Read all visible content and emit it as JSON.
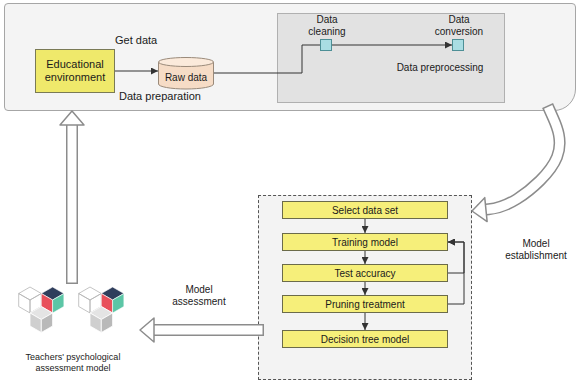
{
  "diagram": {
    "nodes": [
      {
        "text": [
          "Data preparation"
        ]
      },
      {
        "text": [
          "Educational environment"
        ],
        "in": 0
      },
      {
        "text": [
          "Raw data"
        ],
        "in": 0
      },
      {
        "text": [
          "Data preprocessing"
        ],
        "in": 0
      },
      {
        "text": [
          "Data cleaning"
        ],
        "in": 3
      },
      {
        "text": [
          "Data conversion"
        ],
        "in": 3
      },
      {
        "text": [
          "Model establishment"
        ]
      },
      {
        "text": [
          "Select data set"
        ],
        "in": 6
      },
      {
        "text": [
          "Training model"
        ],
        "in": 6
      },
      {
        "text": [
          "Test accuracy"
        ],
        "in": 6
      },
      {
        "text": [
          "Pruning treatment"
        ],
        "in": 6
      },
      {
        "text": [
          "Decision tree model"
        ],
        "in": 6
      },
      {
        "text": [
          "Teachers' psychological assessment model"
        ]
      }
    ],
    "edges": [
      {
        "from": 1,
        "to": 2,
        "arrow": "to",
        "label": "Get data"
      },
      {
        "from": 2,
        "to": 4,
        "arrow": "none"
      },
      {
        "from": 4,
        "to": 5,
        "arrow": "to"
      },
      {
        "from": 0,
        "to": 6,
        "arrow": "to"
      },
      {
        "from": 7,
        "to": 8,
        "arrow": "to"
      },
      {
        "from": 8,
        "to": 9,
        "arrow": "to"
      },
      {
        "from": 9,
        "to": 10,
        "arrow": "to"
      },
      {
        "from": 10,
        "to": 11,
        "arrow": "to"
      },
      {
        "from": 9,
        "to": 8,
        "arrow": "to"
      },
      {
        "from": 10,
        "to": 8,
        "arrow": "to"
      },
      {
        "from": 6,
        "to": 12,
        "arrow": "to",
        "label": "Model assessment"
      },
      {
        "from": 12,
        "to": 0,
        "arrow": "to"
      }
    ]
  }
}
